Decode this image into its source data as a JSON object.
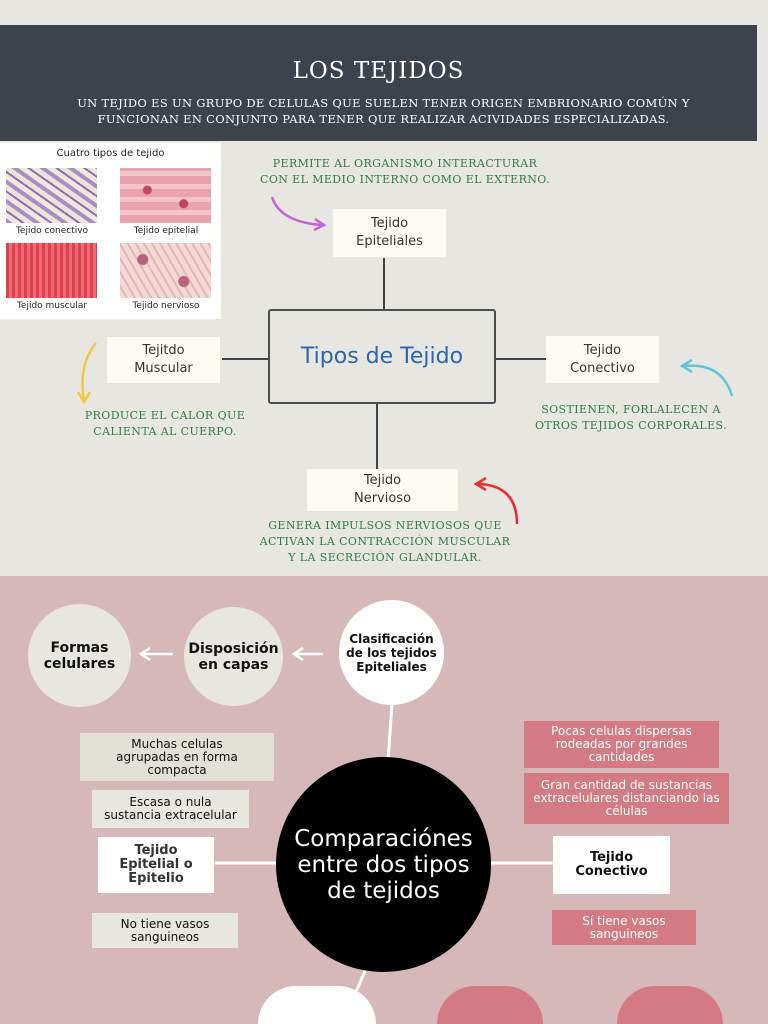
{
  "header": {
    "title": "LOS TEJIDOS",
    "subtitle": "UN TEJIDO ES UN GRUPO DE CELULAS QUE SUELEN TENER ORIGEN EMBRIONARIO COMÚN Y FUNCIONAN EN CONJUNTO PARA TENER QUE REALIZAR ACIVIDADES ESPECIALIZADAS."
  },
  "photo": {
    "title": "Cuatro tipos de tejido",
    "tiles": [
      "Tejido conectivo",
      "Tejido epitelial",
      "Tejido muscular",
      "Tejido nervioso"
    ]
  },
  "map": {
    "center": "Tipos de Tejido",
    "epitelial": {
      "line1": "Tejido",
      "line2": "Epiteliales",
      "note_line1": "PERMITE AL ORGANISMO INTERACTURAR",
      "note_line2": "CON EL MEDIO INTERNO COMO EL EXTERNO."
    },
    "muscular": {
      "line1": "Tejitdo",
      "line2": "Muscular",
      "note_line1": "PRODUCE EL CALOR QUE",
      "note_line2": "CALIENTA AL CUERPO."
    },
    "conectivo": {
      "line1": "Tejido",
      "line2": "Conectivo",
      "note_line1": "SOSTIENEN, FORLALECEN A",
      "note_line2": "OTROS TEJIDOS CORPORALES."
    },
    "nervioso": {
      "line1": "Tejido",
      "line2": "Nervioso",
      "note_line1": "GENERA IMPULSOS NERVIOSOS QUE",
      "note_line2": "ACTIVAN LA CONTRACCIÓN MUSCULAR",
      "note_line3": "Y LA SECRECIÓN GLANDULAR."
    }
  },
  "comparison": {
    "center_line1": "Comparaciónes",
    "center_line2": "entre dos tipos",
    "center_line3": "de tejidos",
    "formas": {
      "line1": "Formas",
      "line2": "celulares"
    },
    "disposicion": {
      "line1": "Disposición",
      "line2": "en capas"
    },
    "clasificacion": {
      "line1": "Clasificación",
      "line2": "de los tejidos",
      "line3": "Epiteliales"
    },
    "left_items": [
      {
        "line1": "Muchas celulas",
        "line2": "agrupadas en forma",
        "line3": "compacta"
      },
      {
        "line1": "Escasa o nula",
        "line2": "sustancia extracelular"
      },
      {
        "line1": "Tejido",
        "line2": "Epitelial o",
        "line3": "Epitelio"
      },
      {
        "line1": "No tiene vasos",
        "line2": "sanguineos"
      }
    ],
    "right_items": [
      {
        "line1": "Pocas celulas dispersas",
        "line2": "rodeadas por grandes",
        "line3": "cantidades"
      },
      {
        "line1": "Gran cantidad de sustancias",
        "line2": "extracelulares distanciando las",
        "line3": "células"
      },
      {
        "line1": "Tejido",
        "line2": "Conectivo"
      },
      {
        "line1": "Sí tiene vasos",
        "line2": "sanguineos"
      }
    ]
  },
  "colors": {
    "header_bg": "#3d424b",
    "top_bg": "#e8e6e1",
    "bottom_bg": "#d6b8b8",
    "note_green": "#2e7d45",
    "center_blue": "#2b65b0",
    "pink_box": "#d47a82"
  }
}
